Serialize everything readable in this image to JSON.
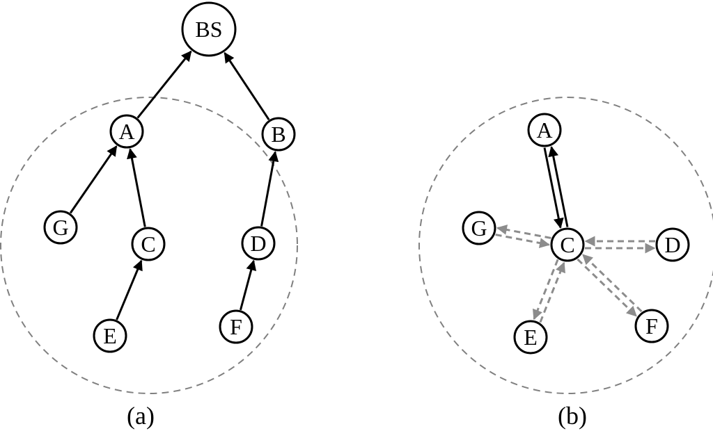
{
  "colors": {
    "highlight": "#ffee00",
    "node_fill": "#ffffff",
    "edge": "#000000",
    "dashed_edge": "#8c8c8c",
    "range_circle": "#808080"
  },
  "panel_a": {
    "caption": "(a)",
    "nodes": [
      {
        "id": "BS",
        "label": "BS",
        "highlight": false
      },
      {
        "id": "A",
        "label": "A",
        "highlight": false
      },
      {
        "id": "B",
        "label": "B",
        "highlight": false
      },
      {
        "id": "G",
        "label": "G",
        "highlight": false
      },
      {
        "id": "C",
        "label": "C",
        "highlight": true
      },
      {
        "id": "D",
        "label": "D",
        "highlight": false
      },
      {
        "id": "E",
        "label": "E",
        "highlight": false
      },
      {
        "id": "F",
        "label": "F",
        "highlight": false
      }
    ],
    "edges": [
      {
        "from": "A",
        "to": "BS",
        "style": "solid"
      },
      {
        "from": "B",
        "to": "BS",
        "style": "solid"
      },
      {
        "from": "G",
        "to": "A",
        "style": "solid"
      },
      {
        "from": "C",
        "to": "A",
        "style": "solid"
      },
      {
        "from": "D",
        "to": "B",
        "style": "solid"
      },
      {
        "from": "E",
        "to": "C",
        "style": "solid"
      },
      {
        "from": "F",
        "to": "D",
        "style": "solid"
      }
    ]
  },
  "panel_b": {
    "caption": "(b)",
    "nodes": [
      {
        "id": "A",
        "label": "A",
        "highlight": false
      },
      {
        "id": "G",
        "label": "G",
        "highlight": false
      },
      {
        "id": "C",
        "label": "C",
        "highlight": true
      },
      {
        "id": "D",
        "label": "D",
        "highlight": false
      },
      {
        "id": "E",
        "label": "E",
        "highlight": false
      },
      {
        "id": "F",
        "label": "F",
        "highlight": false
      }
    ],
    "edges": [
      {
        "from": "A",
        "to": "C",
        "style": "solid"
      },
      {
        "from": "C",
        "to": "A",
        "style": "solid"
      },
      {
        "from": "C",
        "to": "G",
        "style": "dashed"
      },
      {
        "from": "G",
        "to": "C",
        "style": "dashed"
      },
      {
        "from": "C",
        "to": "D",
        "style": "dashed"
      },
      {
        "from": "D",
        "to": "C",
        "style": "dashed"
      },
      {
        "from": "C",
        "to": "E",
        "style": "dashed"
      },
      {
        "from": "E",
        "to": "C",
        "style": "dashed"
      },
      {
        "from": "C",
        "to": "F",
        "style": "dashed"
      },
      {
        "from": "F",
        "to": "C",
        "style": "dashed"
      }
    ]
  }
}
